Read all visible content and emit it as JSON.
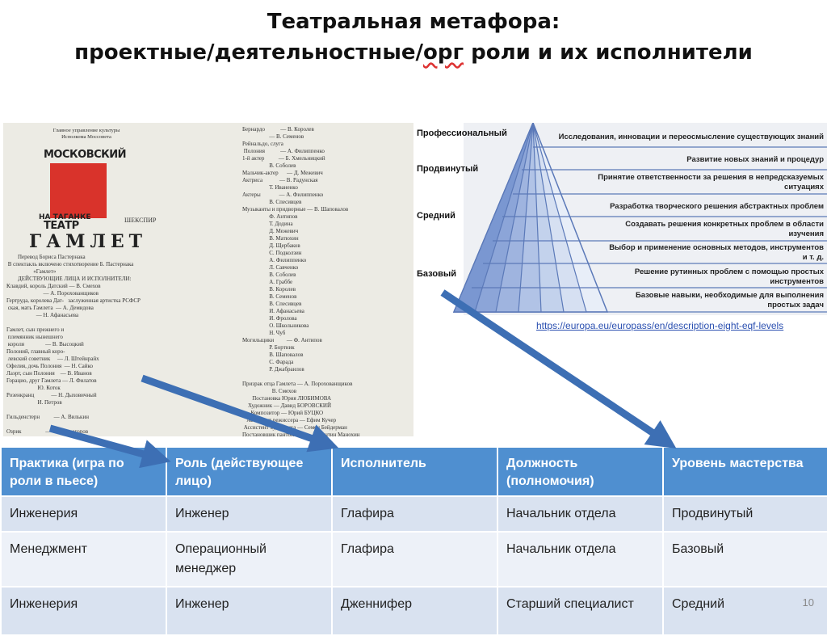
{
  "title": {
    "line1": "Театральная метафора:",
    "line2_a": "проектные/деятельностные/",
    "line2_b": "орг",
    "line2_c": " роли и их исполнители"
  },
  "playbill": {
    "header": "Главное управление культуры\nИсполкома Моссовета",
    "logo_words": [
      "МОСКОВСКИЙ",
      "ТЕАТР"
    ],
    "theatre": "НА ТАГАНКЕ",
    "author": "ШЕКСПИР",
    "play": "ГАМЛЕТ",
    "left_column": "        Перевод Бориса Пастернака\n В спектакль включено стихотворение Б. Пастернака\n                   «Гамлет»\n        ДЕЙСТВУЮЩИЕ ЛИЦА И ИСПОЛНИТЕЛИ:\nКлавдий, король Датский — В. Смехов\n                          — А. Порохованщиков\nГертруда, королева Дат-   заслуженная артистка РСФСР\n ская, мать Гамлета  — А. Демидова\n                     — Н. Афанасьева\n\nГамлет, сын прежнего и\n племянник нынешнего\n короля               — В. Высоцкий\nПолоний, главный коро-\n левский советник     — Л. Штейнрайх\nОфелия, дочь Полония  — Н. Сайко\nЛаэрт, сын Полония    — В. Иванов\nГорацио, друг Гамлета — Л. Филатов\n                      Ю. Коток\nРозенкранц            — Н. Дыховичный\n                      И. Петров\n\nГильденстерн          — А. Вилькин\n\nОзрик                 — С. Холмогоров\nМарцелл               — В. Семенов\n                      В. Спесивцев",
    "right_column": "Бернардо           — В. Королев\n                   — В. Семенов\nРейнальдо, слуга\n Полония           — А. Филиппенко\n1-й актер          — Б. Хмельницкий\n                   В. Соболев\nМальчик-актер      — Д. Межевич\nАктриса            — В. Радунская\n                   Т. Иваненко\nАктеры             — А. Филиппенко\n                   В. Спесивцев\nМузыканты и придворные — В. Шаповалов\n                   Ф. Антипов\n                   Т. Додина\n                   Д. Межевич\n                   В. Матюхин\n                   Д. Щербаков\n                   С. Подколзин\n                   А. Филиппенко\n                   Л. Савченко\n                   В. Соболев\n                   А. Граббе\n                   В. Королев\n                   В. Семенов\n                   В. Спесивцев\n                   И. Афанасьева\n                   И. Фролова\n                   О. Школьникова\n                   Н. Чуб\nМогильщики         — Ф. Антипов\n                   Р. Бортник\n                   В. Шаповалов\n                   С. Фарада\n                   Р. Джабраилов\n\nПризрак отца Гамлета — А. Порохованщиков\n                     В. Смехов\n       Постановка Юрия ЛЮБИМОВА\n    Художник — Давид БОРОВСКИЙ\n      Композитор — Юрий БУЦКО\n   Ассистент режиссера — Ефим Кучер\n Ассистент художника — Семен Бейдерман\nПостановщик пантомимы — Валентин Манохин\n  Помощник режиссера — Е. Дроздова\n Зав. худ. пост. частью — Ю. Хромченков\n      Б. Засерский"
  },
  "pyramid": {
    "levels": [
      "Профессиональный",
      "Продвинутый",
      "Средний",
      "Базовый"
    ],
    "descriptions": [
      "Исследования, инновации и переосмысление существующих знаний",
      "Развитие новых знаний и процедур",
      "Принятие ответственности за решения в непредсказуемых ситуациях",
      "Разработка творческого решения абстрактных проблем",
      "Создавать решения конкретных проблем в области изучения",
      "Выбор и применение основных методов, инструментов и т. д.",
      "Решение рутинных проблем с помощью простых инструментов",
      "Базовые навыки, необходимые для выполнения простых задач"
    ],
    "link": "https://europa.eu/europass/en/description-eight-eqf-levels"
  },
  "table": {
    "headers": [
      "Практика (игра по роли в пьесе)",
      "Роль (действующее лицо)",
      "Исполнитель",
      "Должность (полномочия)",
      "Уровень мастерства"
    ],
    "rows": [
      [
        "Инженерия",
        "Инженер",
        "Глафира",
        "Начальник отдела",
        "Продвинутый"
      ],
      [
        "Менеджмент",
        "Операционный менеджер",
        "Глафира",
        "Начальник отдела",
        "Базовый"
      ],
      [
        "Инженерия",
        "Инженер",
        "Дженнифер",
        "Старший специалист",
        "Средний"
      ]
    ]
  },
  "page_number": "10",
  "colors": {
    "header_bg": "#4f8fd0",
    "row_dark": "#d9e2f0",
    "row_light": "#edf1f8",
    "arrow": "#3d6fb4",
    "pyramid_edge": "#5b79b8"
  }
}
